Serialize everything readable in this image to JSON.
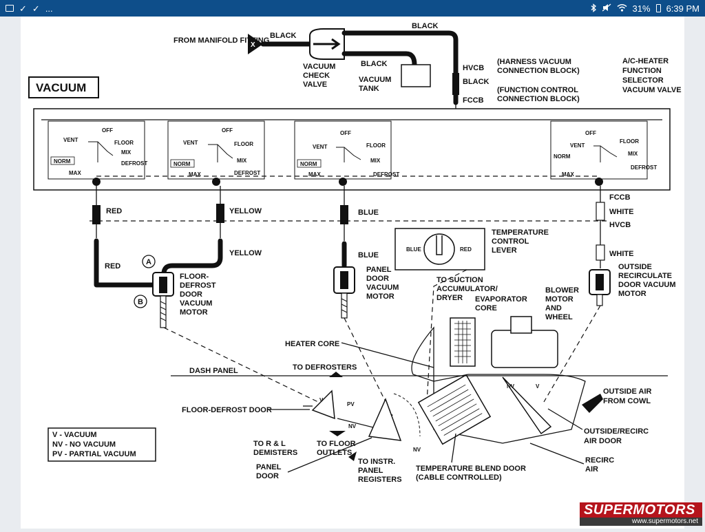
{
  "status_bar": {
    "check1": "✓",
    "check2": "✓",
    "ellipsis": "...",
    "battery": "31%",
    "time": "6:39 PM",
    "bg_color": "#0e4e8a"
  },
  "diagram": {
    "title": "VACUUM",
    "manifold": "FROM MANIFOLD FITTING",
    "hose_black": "BLACK",
    "check_valve": [
      "VACUUM",
      "CHECK",
      "VALVE"
    ],
    "tank": [
      "VACUUM",
      "TANK"
    ],
    "hvcb": "HVCB",
    "fccb": "FCCB",
    "hvcb_desc": [
      "(HARNESS VACUUM",
      "CONNECTION BLOCK)"
    ],
    "fccb_desc": [
      "(FUNCTION CONTROL",
      "CONNECTION BLOCK)"
    ],
    "selector_valve": [
      "A/C-HEATER",
      "FUNCTION",
      "SELECTOR",
      "VACUUM VALVE"
    ],
    "positions": {
      "vent": "VENT",
      "off": "OFF",
      "floor": "FLOOR",
      "mix": "MIX",
      "defrost": "DEFROST",
      "norm": "NORM",
      "max": "MAX"
    },
    "hose_colors": {
      "red": "RED",
      "yellow": "YELLOW",
      "blue": "BLUE",
      "white": "WHITE"
    },
    "temp_lever": [
      "TEMPERATURE",
      "CONTROL",
      "LEVER"
    ],
    "lever_blue": "BLUE",
    "lever_red": "RED",
    "floor_defrost_motor": [
      "FLOOR-",
      "DEFROST",
      "DOOR",
      "VACUUM",
      "MOTOR"
    ],
    "port_a": "A",
    "port_b": "B",
    "panel_motor": [
      "PANEL",
      "DOOR",
      "VACUUM",
      "MOTOR"
    ],
    "recirc_motor": [
      "OUTSIDE",
      "RECIRCULATE",
      "DOOR VACUUM",
      "MOTOR"
    ],
    "suction": [
      "TO SUCTION",
      "ACCUMULATOR/",
      "DRYER"
    ],
    "evaporator": [
      "EVAPORATOR",
      "CORE"
    ],
    "blower": [
      "BLOWER",
      "MOTOR",
      "AND",
      "WHEEL"
    ],
    "heater_core": "HEATER CORE",
    "dash_panel": "DASH PANEL",
    "to_defrosters": "TO DEFROSTERS",
    "outside_air": [
      "OUTSIDE AIR",
      "FROM COWL"
    ],
    "floor_defrost_door": "FLOOR-DEFROST DOOR",
    "door_marks": {
      "v": "V",
      "pv": "PV",
      "nv": "NV"
    },
    "outside_recirc_door": [
      "OUTSIDE/RECIRC",
      "AIR DOOR"
    ],
    "demisters": [
      "TO R & L",
      "DEMISTERS"
    ],
    "floor_outlets": [
      "TO FLOOR",
      "OUTLETS"
    ],
    "panel_door": [
      "PANEL",
      "DOOR"
    ],
    "instr_registers": [
      "TO INSTR.",
      "PANEL",
      "REGISTERS"
    ],
    "temp_blend_door": [
      "TEMPERATURE BLEND DOOR",
      "(CABLE CONTROLLED)"
    ],
    "recirc_air": [
      "RECIRC",
      "AIR"
    ],
    "legend": [
      "V - VACUUM",
      "NV - NO VACUUM",
      "PV - PARTIAL VACUUM"
    ]
  },
  "watermark": {
    "brand": "SUPERMOTORS",
    "url": "www.supermotors.net"
  }
}
